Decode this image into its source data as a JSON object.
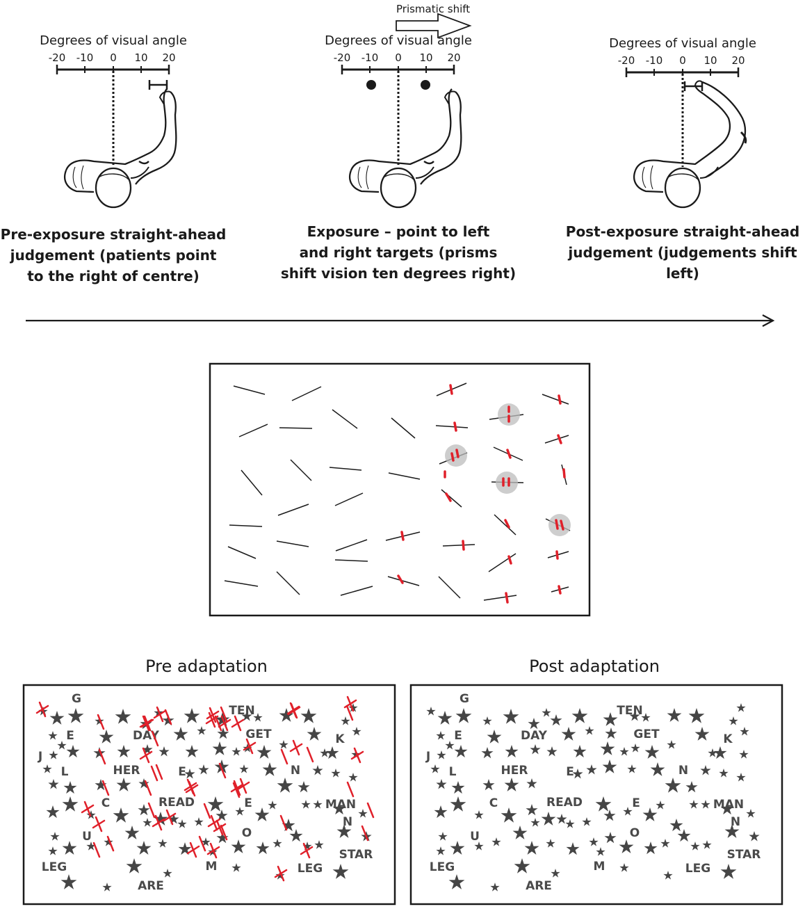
{
  "stages": [
    {
      "id": "pre",
      "scale_title": "Degrees of visual angle",
      "ticks": [
        "-20",
        "-10",
        "0",
        "10",
        "20"
      ],
      "caption_lines": [
        "Pre-exposure straight-ahead",
        "judgement (patients point",
        "to the right of centre)"
      ]
    },
    {
      "id": "exposure",
      "shift_label": "Prismatic shift",
      "scale_title": "Degrees of visual angle",
      "ticks": [
        "-20",
        "-10",
        "0",
        "10",
        "20"
      ],
      "caption_lines": [
        "Exposure – point to left",
        "and right targets (prisms",
        "shift vision ten degrees right)"
      ]
    },
    {
      "id": "post",
      "scale_title": "Degrees of visual angle",
      "ticks": [
        "-20",
        "-10",
        "0",
        "10",
        "20"
      ],
      "caption_lines": [
        "Post-exposure straight-ahead",
        "judgement (judgements shift",
        "left)"
      ]
    }
  ],
  "star_panels": {
    "pre_title": "Pre adaptation",
    "post_title": "Post adaptation",
    "words": [
      "G",
      "TEN",
      "E",
      "DAY",
      "GET",
      "K",
      "J",
      "L",
      "HER",
      "E",
      "N",
      "C",
      "READ",
      "E",
      "MAN",
      "N",
      "U",
      "O",
      "STAR",
      "LEG",
      "M",
      "LEG",
      "ARE"
    ]
  },
  "colors": {
    "ink": "#1a1a1a",
    "star": "#454545",
    "mark": "#e0202a",
    "circle": "#bdbdbd"
  }
}
